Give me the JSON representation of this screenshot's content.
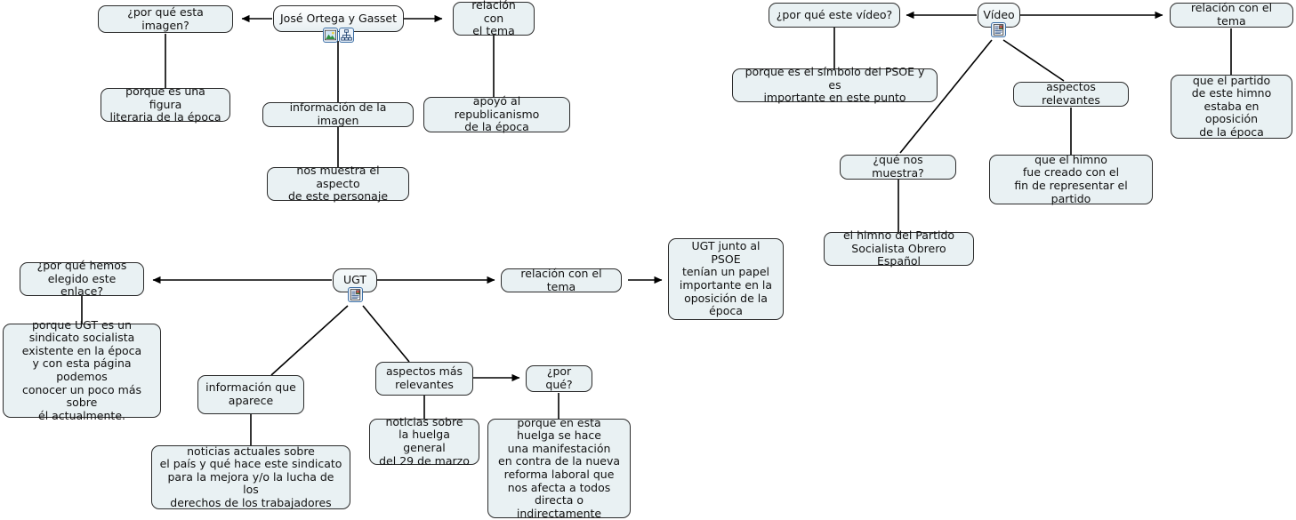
{
  "document": {
    "title": "Mapa conceptual - recursos",
    "background": "#ffffff",
    "node_fill": "#e9f1f3",
    "node_border": "#2b2b2b",
    "edge_color": "#000000",
    "icon_border": "#3b6ea5"
  },
  "clusters": [
    {
      "id": "ortega",
      "name": "José Ortega y Gasset",
      "root_label": "José Ortega y Gasset",
      "icons": [
        "image-icon",
        "concept-map-icon"
      ]
    },
    {
      "id": "video",
      "name": "Vídeo",
      "root_label": "Vídeo",
      "icons": [
        "web-page-icon"
      ]
    },
    {
      "id": "ugt",
      "name": "UGT",
      "root_label": "UGT",
      "icons": [
        "web-page-icon"
      ]
    }
  ],
  "nodes": {
    "ortega_root": "José Ortega y Gasset",
    "ortega_q_imagen": "¿por qué esta imagen?",
    "ortega_rel_tema": "relación con\nel tema",
    "ortega_figura": "porque es una figura\nliteraria de la época",
    "ortega_info_imagen": "información de la imagen",
    "ortega_aspecto": "nos muestra el aspecto\nde este personaje",
    "ortega_republicanismo": "apoyó al republicanismo\nde la época",
    "video_root": "Vídeo",
    "video_q_video": "¿por qué este vídeo?",
    "video_rel_tema": "relación con el tema",
    "video_simbolo": "porque es el símbolo del PSOE y es\nimportante en este punto",
    "video_aspectos": "aspectos relevantes",
    "video_que_muestra": "¿qué nos muestra?",
    "video_himno_creado": "que el himno\nfue creado con el\nfin de representar el partido",
    "video_partido_oposicion": "que el partido\nde este himno\nestaba en oposición\nde la época",
    "video_himno_psoe": "el himno del Partido\nSocialista Obrero Español",
    "ugt_root": "UGT",
    "ugt_q_enlace": "¿por qué hemos\nelegido este enlace?",
    "ugt_sindicato": "porque UGT es un\nsindicato socialista\nexistente en la época\ny con esta página podemos\nconocer un poco más sobre\nél actualmente.",
    "ugt_info_aparece": "información que\naparece",
    "ugt_noticias_actuales": "noticias actuales sobre\nel país y qué hace este sindicato\npara la mejora y/o la lucha de los\nderechos de los trabajadores",
    "ugt_aspectos": "aspectos más\nrelevantes",
    "ugt_noticias_huelga": "noticias sobre\nla huelga general\ndel 29 de marzo",
    "ugt_por_que": "¿por qué?",
    "ugt_manifestacion": "porque en esta\nhuelga se hace\nuna manifestación\nen contra de la nueva\nreforma laboral que\nnos afecta a todos\ndirecta o indirectamente",
    "ugt_rel_tema": "relación con el tema",
    "ugt_psoe_oposicion": "UGT junto al PSOE\ntenían un papel\nimportante en la\noposición de la\népoca"
  }
}
